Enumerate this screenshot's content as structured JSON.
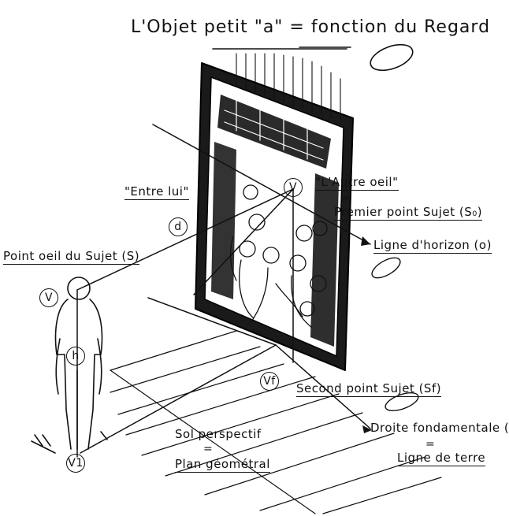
{
  "title": "L'Objet petit \"a\" = fonction du Regard",
  "labels": {
    "entre_lui": "\"Entre lui\"",
    "d": "d",
    "autre_oeil": "\"L'Autre oeil\"",
    "eq1": "=",
    "premier_point": "Premier point Sujet (S₀)",
    "ligne_horizon": "Ligne d'horizon (o)",
    "point_oeil": "Point oeil du Sujet (S)",
    "v": "V",
    "h": "h",
    "v1": "V1",
    "vf": "Vf",
    "second_point": "Second point Sujet (Sf)",
    "sol_perspectif": "Sol perspectif",
    "eq2": "=",
    "plan_geometral": "Plan géométral",
    "droite_fondamentale": "Droite fondamentale (f)",
    "eq3": "=",
    "ligne_terre": "Ligne de terre"
  }
}
